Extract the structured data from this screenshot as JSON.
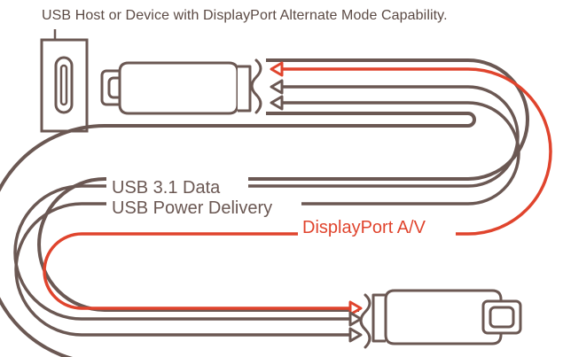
{
  "caption": "USB Host or Device with DisplayPort Alternate Mode Capability.",
  "signals": {
    "data": "USB 3.1 Data",
    "power": "USB Power Delivery",
    "av": "DisplayPort A/V"
  },
  "colors": {
    "brown": "#6b5853",
    "red": "#e0442d",
    "caption": "#5b4a44"
  }
}
